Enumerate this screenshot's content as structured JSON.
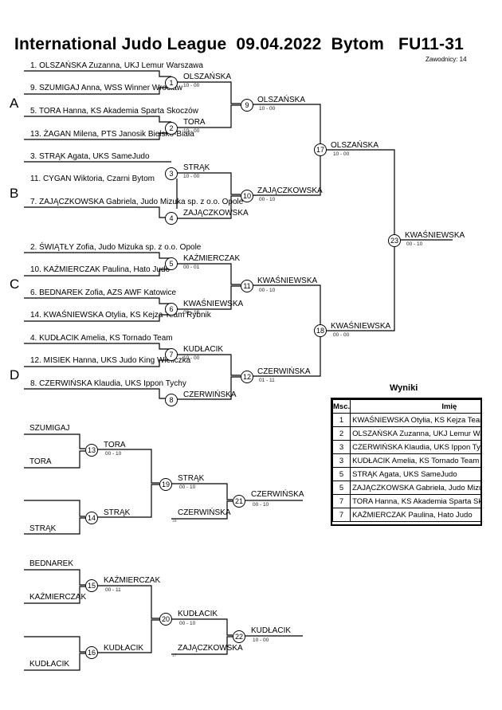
{
  "header": {
    "title": "International Judo League  09.04.2022  Bytom   FU11-31",
    "competitors": "Zawodnicy: 14"
  },
  "groups": [
    "A",
    "B",
    "C",
    "D"
  ],
  "entries": [
    "1. OLSZAŃSKA Zuzanna, UKJ Lemur Warszawa",
    "9. SZUMIGAJ Anna, WSS Winner Wrocław",
    "5. TORA Hanna, KS Akademia Sparta Skoczów",
    "13. ŻAGAN Milena, PTS Janosik Bielsko-Biała",
    "3. STRĄK Agata, UKS SameJudo",
    "11. CYGAN Wiktoria, Czarni Bytom",
    "7. ZAJĄCZKOWSKA Gabriela, Judo Mizuka sp. z o.o. Opole",
    "2. ŚWIĄTŁY Zofia, Judo Mizuka sp. z o.o. Opole",
    "10. KAŹMIERCZAK Paulina, Hato Judo",
    "6. BEDNAREK Zofia, AZS AWF Katowice",
    "14. KWAŚNIEWSKA Otylia, KS Kejza Team Rybnik",
    "4. KUDŁACIK Amelia, KS Tornado Team",
    "12. MISIEK Hanna, UKS Judo King Wieliczka",
    "8. CZERWIŃSKA Klaudia, UKS Ippon Tychy"
  ],
  "matches": {
    "m1": {
      "num": "1",
      "winner": "OLSZAŃSKA",
      "score": "10 - 00"
    },
    "m2": {
      "num": "2",
      "winner": "TORA",
      "score": "10 - 00"
    },
    "m3": {
      "num": "3",
      "winner": "STRĄK",
      "score": "10 - 00"
    },
    "m4": {
      "num": "4",
      "winner": "ZAJĄCZKOWSKA",
      "score": ""
    },
    "m5": {
      "num": "5",
      "winner": "KAŹMIERCZAK",
      "score": "00 - 01"
    },
    "m6": {
      "num": "6",
      "winner": "KWAŚNIEWSKA",
      "score": "00 - 10"
    },
    "m7": {
      "num": "7",
      "winner": "KUDŁACIK",
      "score": "10 - 00"
    },
    "m8": {
      "num": "8",
      "winner": "CZERWIŃSKA",
      "score": ""
    },
    "m9": {
      "num": "9",
      "winner": "OLSZAŃSKA",
      "score": "10 - 00"
    },
    "m10": {
      "num": "10",
      "winner": "ZAJĄCZKOWSKA",
      "score": "00 - 10"
    },
    "m11": {
      "num": "11",
      "winner": "KWAŚNIEWSKA",
      "score": "00 - 10"
    },
    "m12": {
      "num": "12",
      "winner": "CZERWIŃSKA",
      "score": "01 - 11"
    },
    "m17": {
      "num": "17",
      "winner": "OLSZAŃSKA",
      "score": "10 - 00"
    },
    "m18": {
      "num": "18",
      "winner": "KWAŚNIEWSKA",
      "score": "00 - 00"
    },
    "m23": {
      "num": "23",
      "winner": "KWAŚNIEWSKA",
      "score": "00 - 10"
    }
  },
  "repechage": {
    "r13": {
      "num": "13",
      "top": "SZUMIGAJ",
      "bottom": "TORA",
      "winner": "TORA",
      "score": "00 - 10"
    },
    "r14": {
      "num": "14",
      "top": "",
      "bottom": "STRĄK",
      "winner": "STRĄK"
    },
    "r19": {
      "num": "19",
      "winner": "STRĄK",
      "score": "00 - 10",
      "opponent": "CZERWIŃSKA",
      "note": "18"
    },
    "r21": {
      "num": "21",
      "winner": "CZERWIŃSKA",
      "score": "00 - 10"
    },
    "r15": {
      "num": "15",
      "top": "BEDNAREK",
      "bottom": "KAŹMIERCZAK",
      "winner": "KAŹMIERCZAK",
      "score": "00 - 11"
    },
    "r16": {
      "num": "16",
      "top": "",
      "bottom": "KUDŁACIK",
      "winner": "KUDŁACIK"
    },
    "r20": {
      "num": "20",
      "winner": "KUDŁACIK",
      "score": "00 - 10",
      "opponent": "ZAJĄCZKOWSKA",
      "note": "17"
    },
    "r22": {
      "num": "22",
      "winner": "KUDŁACIK",
      "score": "10 - 00"
    }
  },
  "results": {
    "title": "Wyniki",
    "headers": [
      "Msc.",
      "Imię"
    ],
    "rows": [
      {
        "place": "1",
        "name": "KWAŚNIEWSKA Otylia, KS Kejza Team Rybnik"
      },
      {
        "place": "2",
        "name": "OLSZAŃSKA Zuzanna, UKJ Lemur Warszawa"
      },
      {
        "place": "3",
        "name": "CZERWIŃSKA Klaudia, UKS Ippon Tychy"
      },
      {
        "place": "3",
        "name": "KUDŁACIK Amelia, KS Tornado Team"
      },
      {
        "place": "5",
        "name": "STRĄK Agata, UKS SameJudo"
      },
      {
        "place": "5",
        "name": "ZAJĄCZKOWSKA Gabriela, Judo Mizuka sp. z o.o. Opole"
      },
      {
        "place": "7",
        "name": "TORA Hanna, KS Akademia Sparta Skoczów"
      },
      {
        "place": "7",
        "name": "KAŹMIERCZAK Paulina, Hato Judo"
      }
    ]
  }
}
